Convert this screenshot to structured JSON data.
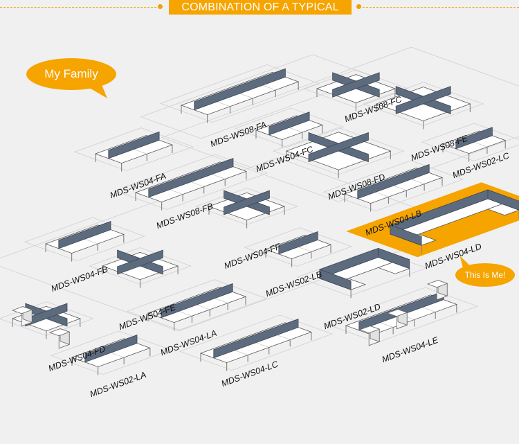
{
  "header": {
    "title": "COMBINATION OF A TYPICAL"
  },
  "callouts": {
    "family": "My Family",
    "me": "This Is Me!"
  },
  "colors": {
    "accent": "#f6a400",
    "panel": "#5d6b7f",
    "desk": "#ffffff",
    "floor_line": "#cfcfcf"
  },
  "models": {
    "ws04_fa": "MDS-WS04-FA",
    "ws08_fa": "MDS-WS08-FA",
    "ws08_fc": "MDS-WS08-FC",
    "ws04_fc": "MDS-WS04-FC",
    "ws08_fe": "MDS-WS08-FE",
    "ws08_fb": "MDS-WS08-FB",
    "ws08_fd": "MDS-WS08-FD",
    "ws02_lc": "MDS-WS02-LC",
    "ws04_lb": "MDS-WS04-LB",
    "ws04_ld": "MDS-WS04-LD",
    "ws04_ff": "MDS-WS04-FF",
    "ws04_fb": "MDS-WS04-FB",
    "ws02_lb": "MDS-WS02-LB",
    "ws04_fe": "MDS-WS04-FE",
    "ws02_ld": "MDS-WS02-LD",
    "ws04_la": "MDS-WS04-LA",
    "ws04_fd": "MDS-WS04-FD",
    "ws04_le": "MDS-WS04-LE",
    "ws04_lc": "MDS-WS04-LC",
    "ws02_la": "MDS-WS02-LA"
  }
}
